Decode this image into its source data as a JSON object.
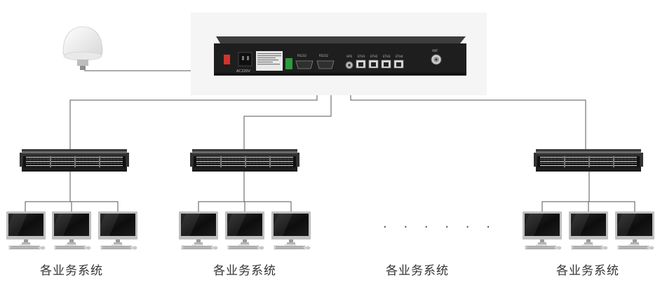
{
  "device": {
    "power_label": "AC220V",
    "port_labels": [
      "RS232",
      "RS232",
      "GPS",
      "ETH1",
      "ETH2",
      "ETH3",
      "ETH4",
      "ANT"
    ]
  },
  "groups": [
    {
      "label": "各业务系统"
    },
    {
      "label": "各业务系统"
    },
    {
      "label": "各业务系统"
    },
    {
      "label": "各业务系统"
    }
  ],
  "ellipsis": "· · · · · ·",
  "colors": {
    "device_body": "#1e1e1e",
    "line": "#555555",
    "power_switch": "#d0342c",
    "terminal_block": "#2e9a3e",
    "label_text": "#333333"
  },
  "icons": [
    "gps-antenna-icon",
    "time-server-device-icon",
    "network-switch-icon",
    "computer-workstation-icon"
  ]
}
